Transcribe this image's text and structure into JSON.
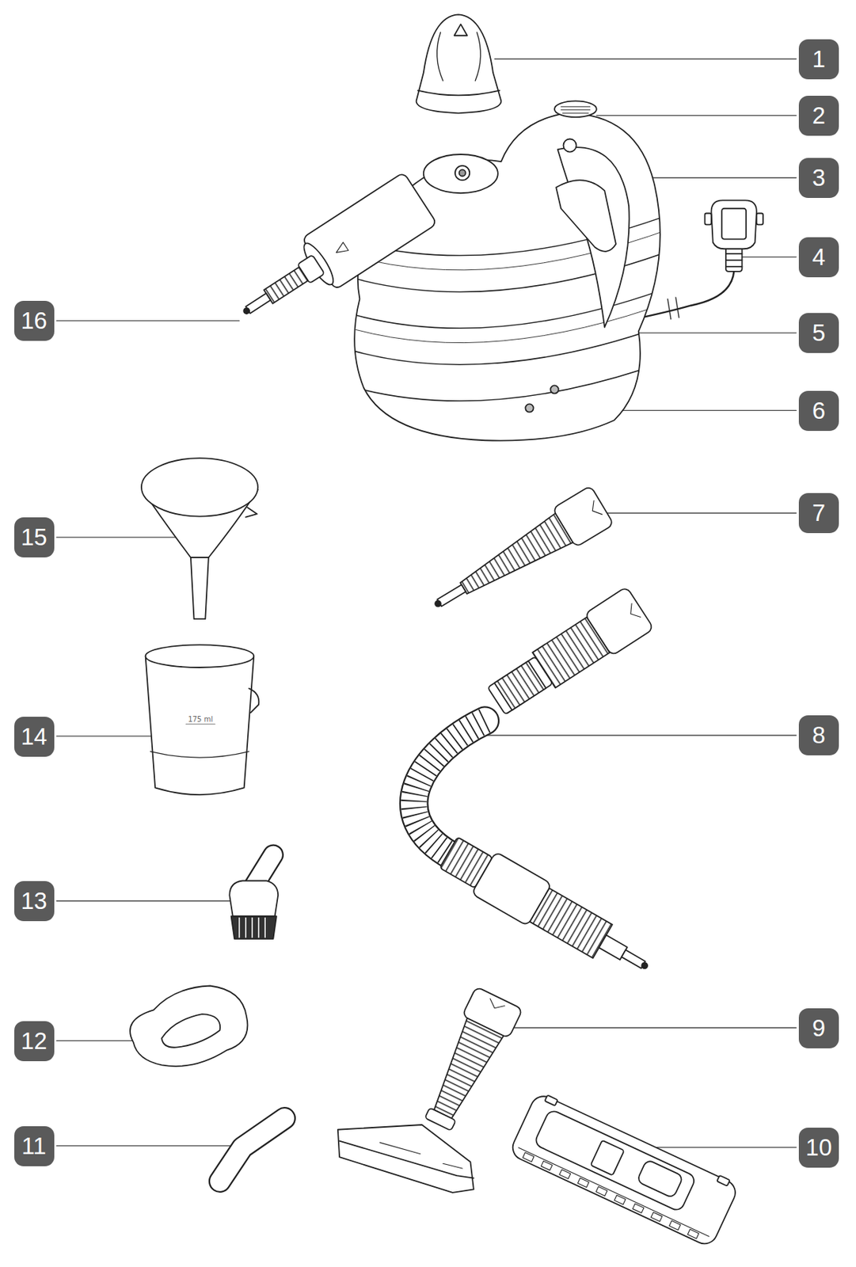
{
  "diagram": {
    "labels": [
      "1",
      "2",
      "3",
      "4",
      "5",
      "6",
      "7",
      "8",
      "9",
      "10",
      "11",
      "12",
      "13",
      "14",
      "15",
      "16",
      "175 ml"
    ]
  }
}
